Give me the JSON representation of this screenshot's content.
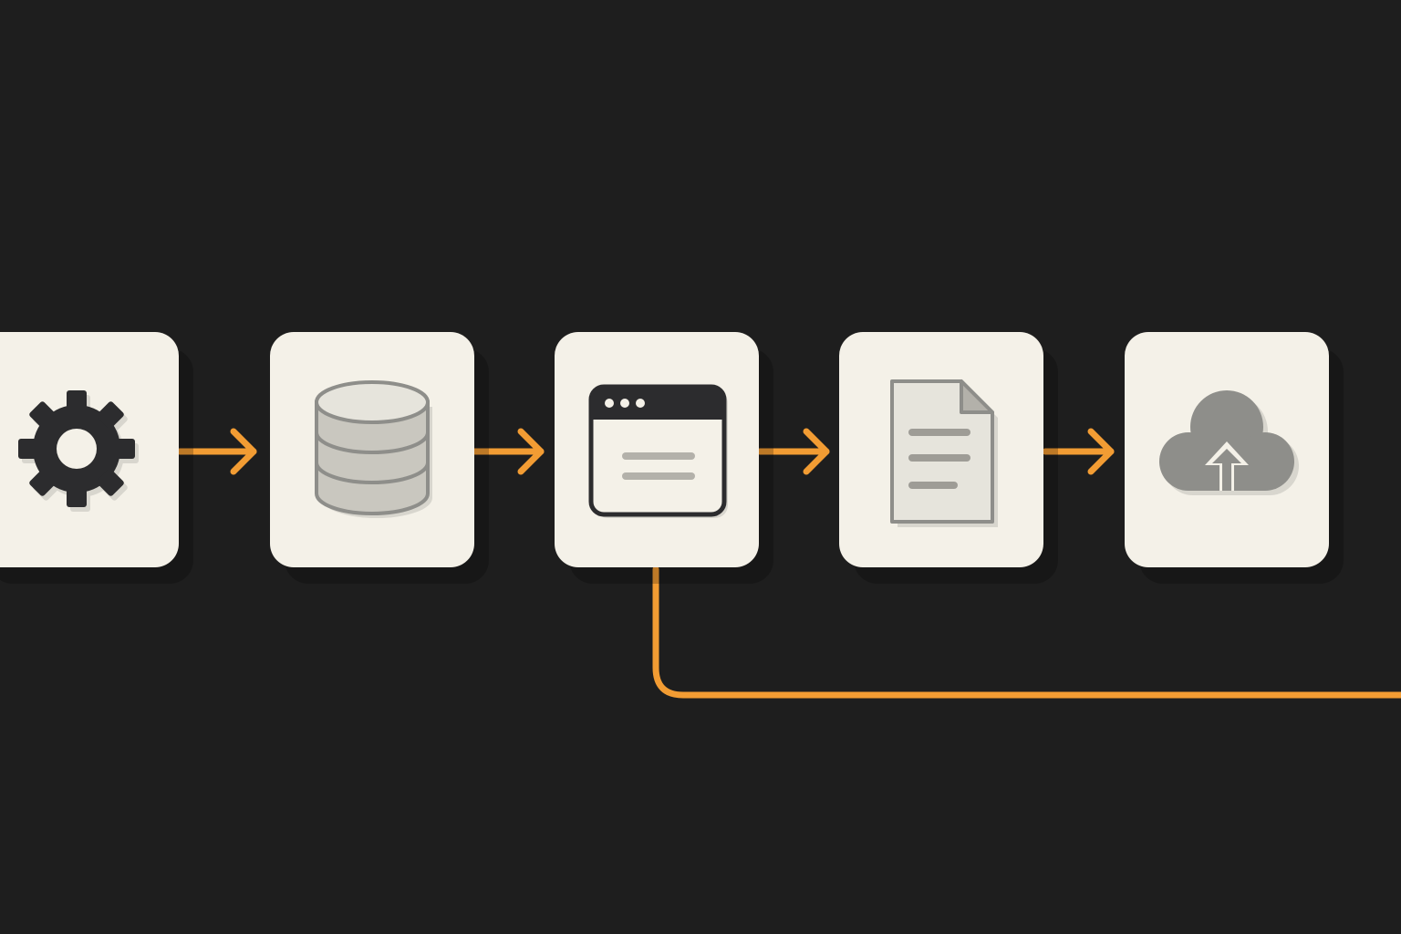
{
  "colors": {
    "background": "#1e1e1e",
    "node_fill": "#f4f1e8",
    "connector": "#f29c33",
    "icon_dark": "#2c2c2e",
    "icon_gray": "#8e8e8a",
    "icon_light": "#dcdad2"
  },
  "nodes": [
    {
      "id": "settings",
      "icon": "gear-icon"
    },
    {
      "id": "database",
      "icon": "database-icon"
    },
    {
      "id": "app",
      "icon": "browser-window-icon"
    },
    {
      "id": "document",
      "icon": "document-icon"
    },
    {
      "id": "cloud",
      "icon": "cloud-upload-icon"
    }
  ],
  "edges": [
    {
      "from": "settings",
      "to": "database"
    },
    {
      "from": "database",
      "to": "app"
    },
    {
      "from": "app",
      "to": "document"
    },
    {
      "from": "document",
      "to": "cloud"
    },
    {
      "from": "app",
      "to": "off-canvas-right"
    }
  ]
}
